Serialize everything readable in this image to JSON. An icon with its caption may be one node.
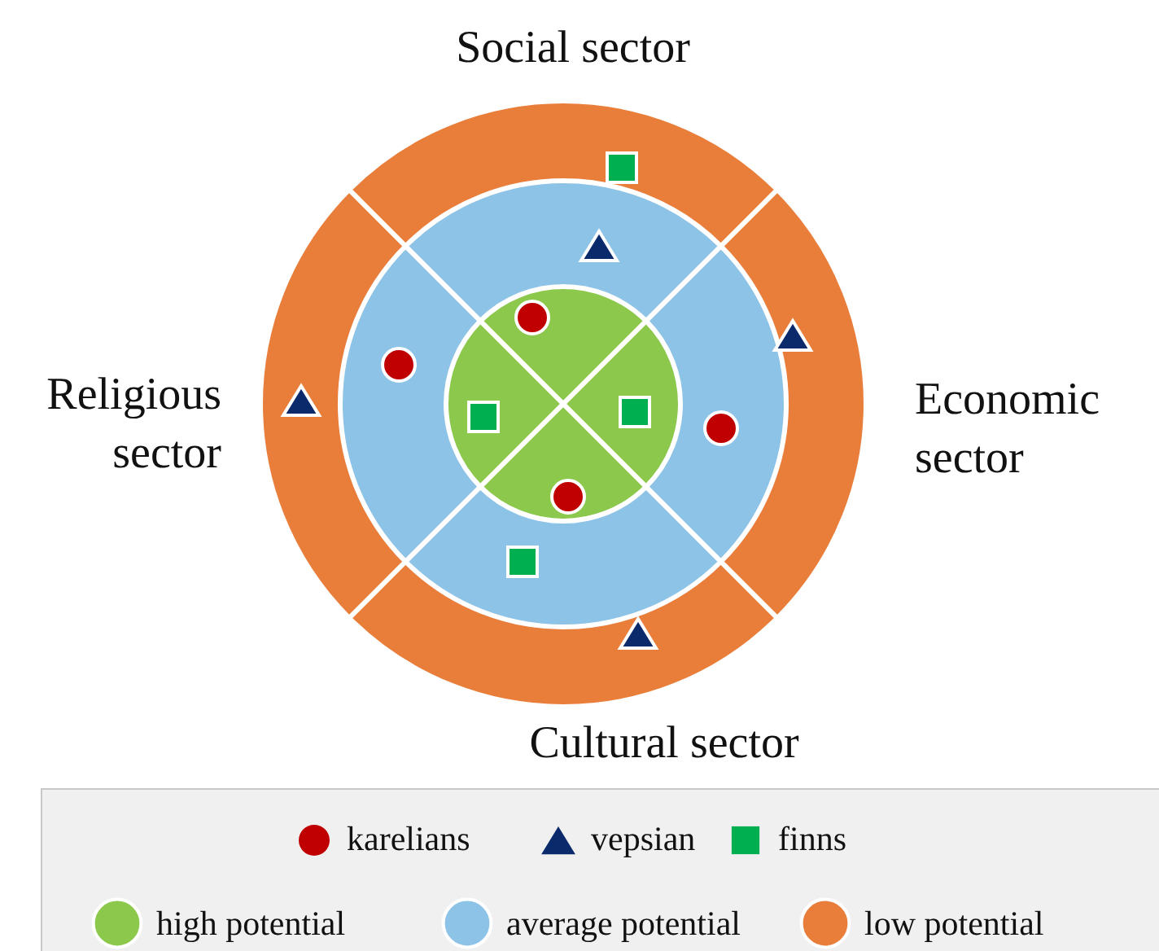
{
  "diagram": {
    "labels": [
      "Social sector",
      "Religious sector",
      "Economic sector",
      "Cultural sector"
    ],
    "legend": [
      {
        "text": "karelians"
      },
      {
        "text": "vepsian"
      },
      {
        "text": "finns"
      },
      {
        "text": "high potential",
        "color": "#8cc84b"
      },
      {
        "text": "average potential",
        "color": "#8dc3e6"
      },
      {
        "text": "low potential",
        "color": "#e97e3b"
      }
    ]
  }
}
